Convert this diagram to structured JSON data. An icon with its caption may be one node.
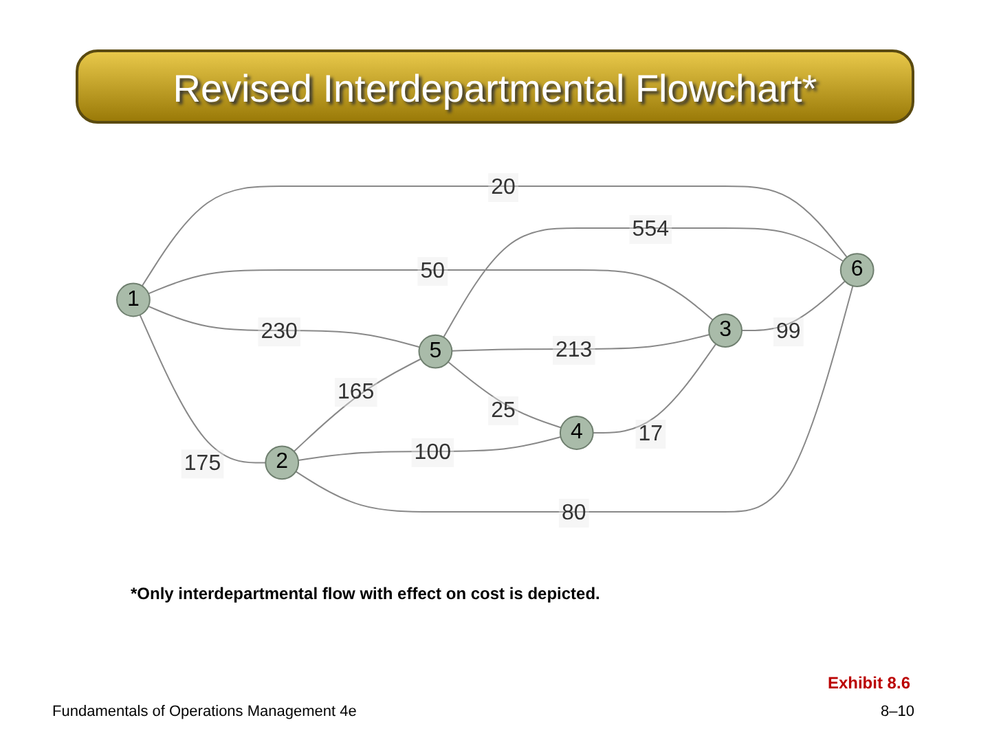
{
  "diagram": {
    "title": "Revised Interdepartmental Flowchart*",
    "nodes": [
      {
        "text": [
          "1"
        ]
      },
      {
        "text": [
          "5"
        ]
      },
      {
        "text": [
          "3"
        ]
      },
      {
        "text": [
          "2"
        ]
      },
      {
        "text": [
          "4"
        ]
      },
      {
        "text": [
          "6"
        ]
      }
    ],
    "edges": [
      {
        "from": 0,
        "to": 2,
        "arrow": "none",
        "label": "50"
      },
      {
        "from": 0,
        "to": 1,
        "arrow": "none",
        "label": "230"
      },
      {
        "from": 1,
        "to": 2,
        "arrow": "none",
        "label": "213"
      },
      {
        "from": 0,
        "to": 5,
        "arrow": "none",
        "label": "20"
      },
      {
        "from": 1,
        "to": 5,
        "arrow": "none",
        "label": "554"
      },
      {
        "from": 1,
        "to": 4,
        "arrow": "none",
        "label": "25"
      },
      {
        "from": 4,
        "to": 2,
        "arrow": "none",
        "label": "17"
      },
      {
        "from": 0,
        "to": 3,
        "arrow": "none",
        "label": "175"
      },
      {
        "from": 2,
        "to": 5,
        "arrow": "none",
        "label": "99"
      },
      {
        "from": 3,
        "to": 1,
        "arrow": "none",
        "label": "165"
      },
      {
        "from": 3,
        "to": 4,
        "arrow": "none",
        "label": "100"
      },
      {
        "from": 3,
        "to": 5,
        "arrow": "none",
        "label": "80"
      }
    ],
    "labels": [
      "*Only interdepartmental flow with effect on cost is depicted.",
      "Exhibit 8.6",
      "Fundamentals of Operations Management 4e",
      "8–10"
    ]
  }
}
